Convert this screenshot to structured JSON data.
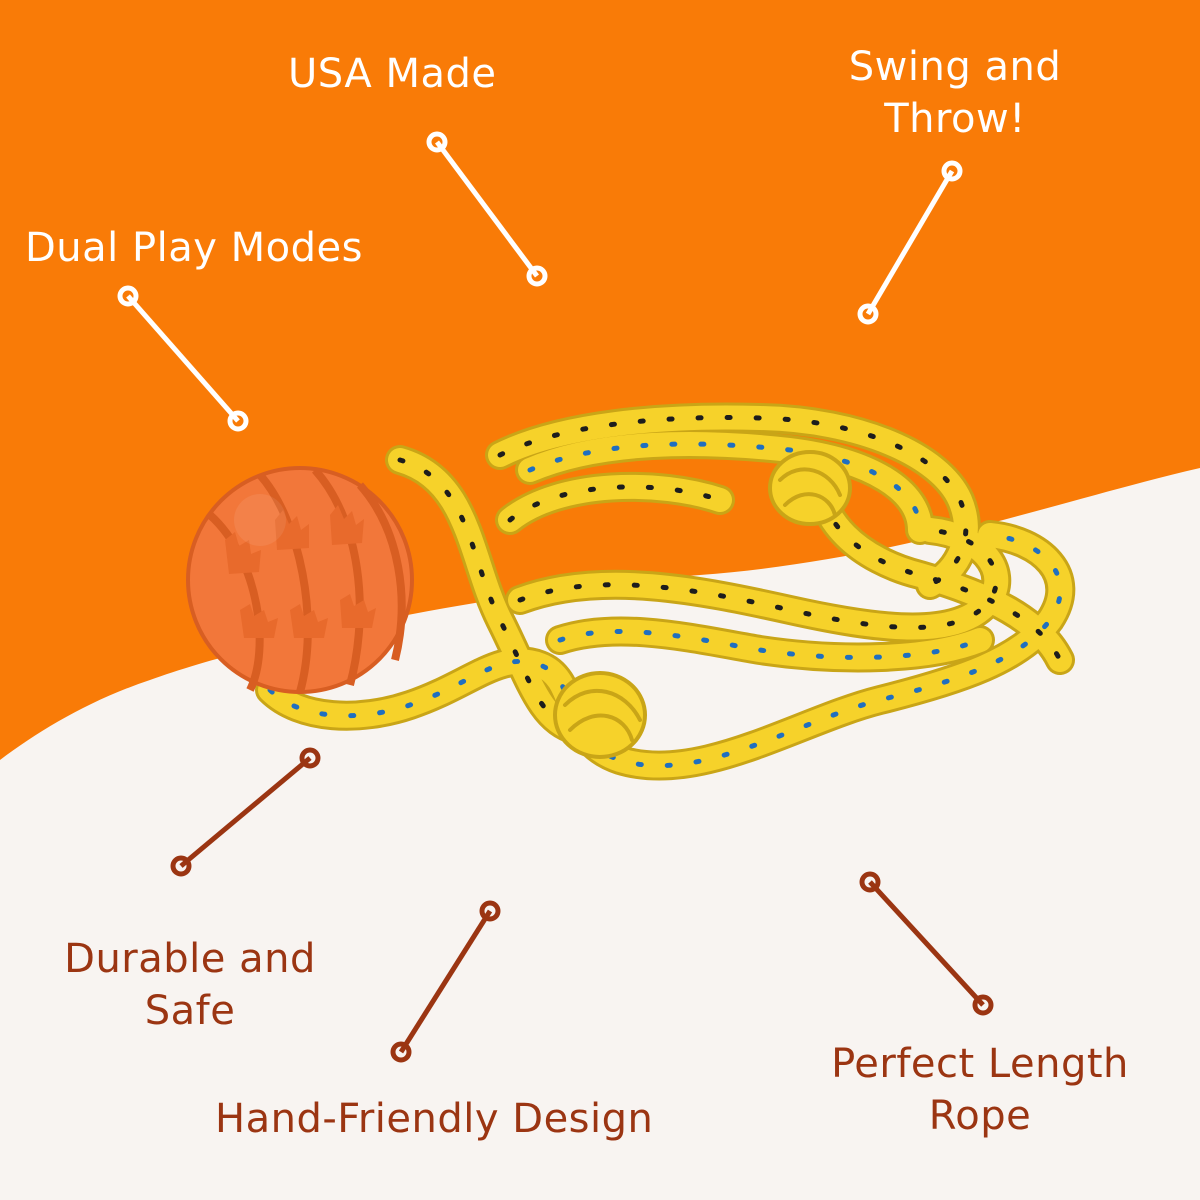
{
  "colors": {
    "orange_background": "#f97b07",
    "cream_background": "#f8f4f1",
    "light_text": "#ffffff",
    "dark_text": "#9b3512",
    "ball": "#f2773a",
    "rope": "#f6d22a",
    "rope_fleck_dark": "#1d1d1d",
    "rope_fleck_blue": "#1f6fc0"
  },
  "product": {
    "ball_icon": "treat-ball-icon",
    "rope_icon": "braided-rope-icon"
  },
  "features": {
    "usa_made": "USA Made",
    "swing_and_throw": [
      "Swing and",
      "Throw!"
    ],
    "dual_play_modes": "Dual Play Modes",
    "durable_and_safe": [
      "Durable and",
      "Safe"
    ],
    "hand_friendly_design": "Hand-Friendly Design",
    "perfect_length_rope": [
      "Perfect Length",
      "Rope"
    ]
  }
}
